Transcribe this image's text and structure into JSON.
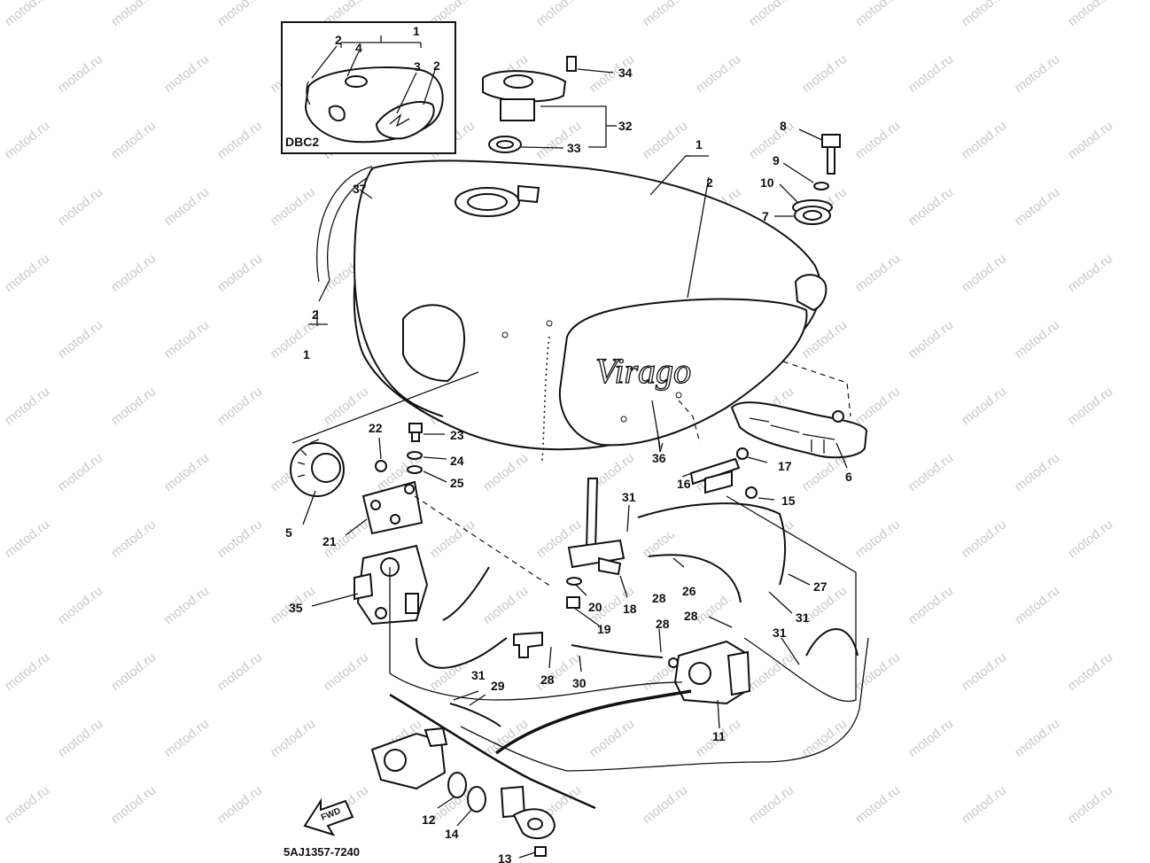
{
  "watermark": "motod.ru",
  "diagram_code": "5AJ1357-7240",
  "inset_label": "DBC2",
  "inset_callouts": [
    "1",
    "2",
    "3",
    "4",
    "2"
  ],
  "tank_logo": "Virago",
  "fwd_label": "FWD",
  "callouts": {
    "c1_top": "1",
    "c2_top": "2",
    "c1_left": "1",
    "c2_left": "2",
    "c5": "5",
    "c6": "6",
    "c7": "7",
    "c8": "8",
    "c9": "9",
    "c10": "10",
    "c11": "11",
    "c12": "12",
    "c13": "13",
    "c14": "14",
    "c15": "15",
    "c16": "16",
    "c17": "17",
    "c18": "18",
    "c19": "19",
    "c20": "20",
    "c21": "21",
    "c22": "22",
    "c23": "23",
    "c24": "24",
    "c25": "25",
    "c26": "26",
    "c27": "27",
    "c28a": "28",
    "c28b": "28",
    "c28c": "28",
    "c28d": "28",
    "c29": "29",
    "c30": "30",
    "c31a": "31",
    "c31b": "31",
    "c31c": "31",
    "c31d": "31",
    "c32": "32",
    "c33": "33",
    "c34": "34",
    "c35": "35",
    "c36": "36",
    "c37": "37"
  }
}
